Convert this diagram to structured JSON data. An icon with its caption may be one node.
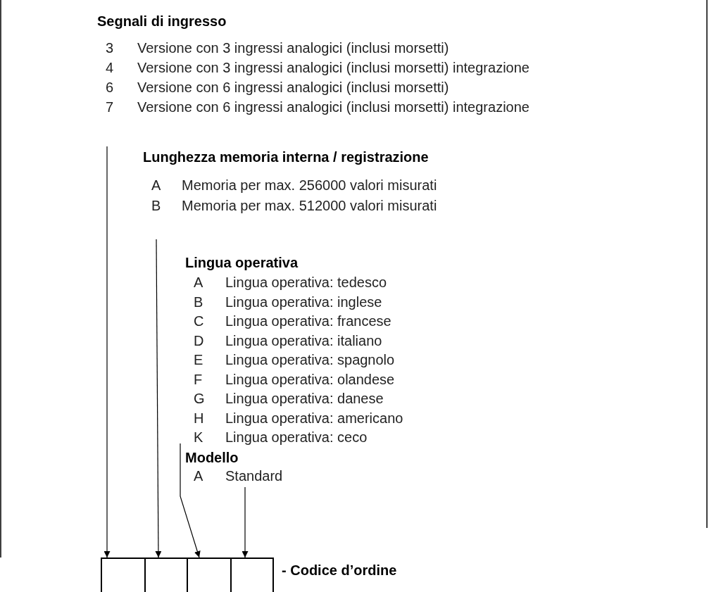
{
  "diagram": {
    "nodes": [
      {
        "text": [
          "Segnali di ingresso",
          "3",
          "Versione con 3 ingressi analogici (inclusi morsetti)",
          "4",
          "Versione con 3 ingressi analogici (inclusi morsetti) integrazione",
          "6",
          "Versione con 6 ingressi analogici (inclusi morsetti)",
          "7",
          "Versione con 6 ingressi analogici (inclusi morsetti) integrazione"
        ]
      },
      {
        "text": [
          "Lunghezza memoria interna / registrazione",
          "A",
          "Memoria per max. 256000 valori misurati",
          "B",
          "Memoria per max. 512000 valori misurati"
        ]
      },
      {
        "text": [
          "Lingua operativa",
          "A",
          "Lingua operativa: tedesco",
          "B",
          "Lingua operativa: inglese",
          "C",
          "Lingua operativa: francese",
          "D",
          "Lingua operativa: italiano",
          "E",
          "Lingua operativa: spagnolo",
          "F",
          "Lingua operativa: olandese",
          "G",
          "Lingua operativa: danese",
          "H",
          "Lingua operativa: americano",
          "K",
          "Lingua operativa: ceco"
        ]
      },
      {
        "text": [
          "Modello",
          "A",
          "Standard"
        ]
      },
      {
        "text": [],
        "shape": "box"
      },
      {
        "text": [],
        "shape": "box"
      },
      {
        "text": [],
        "shape": "box"
      },
      {
        "text": [],
        "shape": "box",
        "beside": [
          "- Codice d’ordine"
        ]
      }
    ],
    "edges": [
      {
        "from": 0,
        "to": 4,
        "arrow": "to"
      },
      {
        "from": 1,
        "to": 5,
        "arrow": "to"
      },
      {
        "from": 2,
        "to": 6,
        "arrow": "to"
      },
      {
        "from": 3,
        "to": 7,
        "arrow": "to"
      }
    ]
  }
}
